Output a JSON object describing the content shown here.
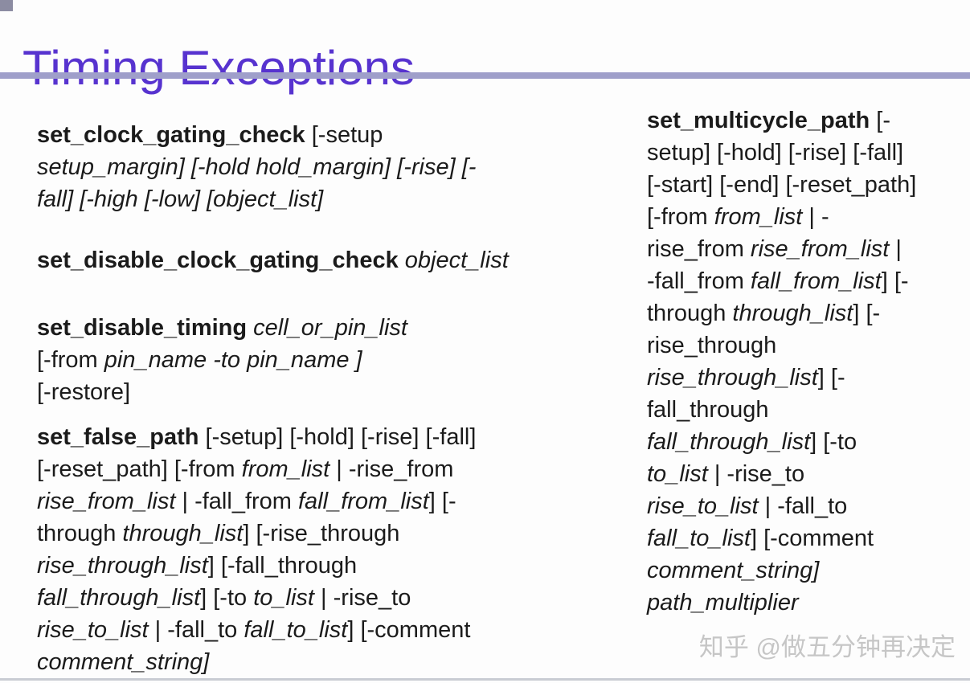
{
  "title": "Timing Exceptions",
  "watermark": "知乎 @做五分钟再决定",
  "colors": {
    "title_text": "#5733cf",
    "title_rule": "#9f9fca",
    "corner_square": "#8c8ca2",
    "bottom_rule": "#c9ccd3",
    "body_text": "#1b1b1b",
    "watermark_text": "#c6c6c6",
    "background": "#fdfdfd"
  },
  "left_column": [
    {
      "command": "set_clock_gating_check",
      "lines": [
        [
          {
            "t": "set_clock_gating_check",
            "s": "b"
          },
          {
            "t": " [-setup",
            "s": "n"
          }
        ],
        [
          {
            "t": "setup_margin] [-hold hold_margin] [-rise] [-",
            "s": "i"
          }
        ],
        [
          {
            "t": "fall] [-high [-low] [object_list]",
            "s": "i"
          }
        ]
      ]
    },
    {
      "command": "set_disable_clock_gating_check",
      "lines": [
        [
          {
            "t": "set_disable_clock_gating_check",
            "s": "b"
          },
          {
            "t": " ",
            "s": "n"
          },
          {
            "t": "object_list",
            "s": "i"
          }
        ]
      ]
    },
    {
      "command": "set_disable_timing",
      "lines": [
        [
          {
            "t": "set_disable_timing",
            "s": "b"
          },
          {
            "t": " ",
            "s": "n"
          },
          {
            "t": "cell_or_pin_list",
            "s": "i"
          }
        ],
        [
          {
            "t": "[-from ",
            "s": "n"
          },
          {
            "t": "pin_name -to pin_name ]",
            "s": "i"
          }
        ],
        [
          {
            "t": "[-restore]",
            "s": "n"
          }
        ]
      ]
    },
    {
      "command": "set_false_path",
      "lines": [
        [
          {
            "t": "set_false_path",
            "s": "b"
          },
          {
            "t": " [-setup] [-hold] [-rise] [-fall]",
            "s": "n"
          }
        ],
        [
          {
            "t": "[-reset_path] [-from ",
            "s": "n"
          },
          {
            "t": "from_list",
            "s": "i"
          },
          {
            "t": " | -rise_from",
            "s": "n"
          }
        ],
        [
          {
            "t": "rise_from_list",
            "s": "i"
          },
          {
            "t": " | -fall_from ",
            "s": "n"
          },
          {
            "t": "fall_from_list",
            "s": "i"
          },
          {
            "t": "] [-",
            "s": "n"
          }
        ],
        [
          {
            "t": "through ",
            "s": "n"
          },
          {
            "t": "through_list",
            "s": "i"
          },
          {
            "t": "] [-rise_through",
            "s": "n"
          }
        ],
        [
          {
            "t": "rise_through_list",
            "s": "i"
          },
          {
            "t": "] [-fall_through",
            "s": "n"
          }
        ],
        [
          {
            "t": "fall_through_list",
            "s": "i"
          },
          {
            "t": "] [-to ",
            "s": "n"
          },
          {
            "t": "to_list",
            "s": "i"
          },
          {
            "t": " | -rise_to",
            "s": "n"
          }
        ],
        [
          {
            "t": "rise_to_list",
            "s": "i"
          },
          {
            "t": " | -fall_to ",
            "s": "n"
          },
          {
            "t": "fall_to_list",
            "s": "i"
          },
          {
            "t": "] [-comment",
            "s": "n"
          }
        ],
        [
          {
            "t": "comment_string]",
            "s": "i"
          }
        ]
      ]
    }
  ],
  "right_column": [
    {
      "command": "set_multicycle_path",
      "lines": [
        [
          {
            "t": "set_multicycle_path",
            "s": "b"
          },
          {
            "t": " [-",
            "s": "n"
          }
        ],
        [
          {
            "t": "setup] [-hold] [-rise] [-fall]",
            "s": "n"
          }
        ],
        [
          {
            "t": "[-start] [-end] [-reset_path]",
            "s": "n"
          }
        ],
        [
          {
            "t": "[-from ",
            "s": "n"
          },
          {
            "t": "from_list",
            "s": "i"
          },
          {
            "t": " | -",
            "s": "n"
          }
        ],
        [
          {
            "t": "rise_from ",
            "s": "n"
          },
          {
            "t": "rise_from_list",
            "s": "i"
          },
          {
            "t": " |",
            "s": "n"
          }
        ],
        [
          {
            "t": "-fall_from ",
            "s": "n"
          },
          {
            "t": "fall_from_list",
            "s": "i"
          },
          {
            "t": "] [-",
            "s": "n"
          }
        ],
        [
          {
            "t": "through ",
            "s": "n"
          },
          {
            "t": "through_list",
            "s": "i"
          },
          {
            "t": "] [-",
            "s": "n"
          }
        ],
        [
          {
            "t": "rise_through",
            "s": "n"
          }
        ],
        [
          {
            "t": "rise_through_list",
            "s": "i"
          },
          {
            "t": "] [-",
            "s": "n"
          }
        ],
        [
          {
            "t": "fall_through",
            "s": "n"
          }
        ],
        [
          {
            "t": "fall_through_list",
            "s": "i"
          },
          {
            "t": "] [-to",
            "s": "n"
          }
        ],
        [
          {
            "t": "to_list",
            "s": "i"
          },
          {
            "t": " | -rise_to",
            "s": "n"
          }
        ],
        [
          {
            "t": "rise_to_list",
            "s": "i"
          },
          {
            "t": " | -fall_to",
            "s": "n"
          }
        ],
        [
          {
            "t": "fall_to_list",
            "s": "i"
          },
          {
            "t": "] [-comment",
            "s": "n"
          }
        ],
        [
          {
            "t": "comment_string]",
            "s": "i"
          }
        ],
        [
          {
            "t": "path_multiplier",
            "s": "i"
          }
        ]
      ]
    }
  ]
}
